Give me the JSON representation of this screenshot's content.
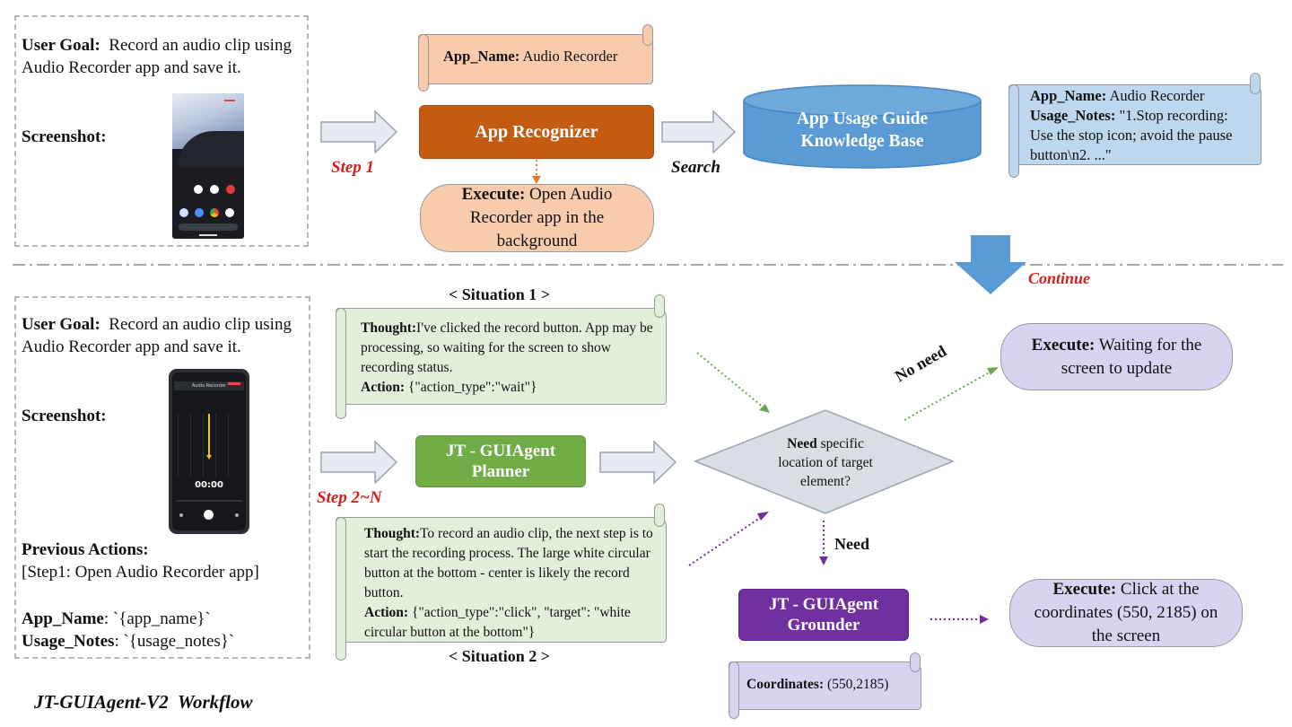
{
  "top": {
    "user_goal_label": "User Goal:",
    "user_goal_text": "Record an audio clip using Audio Recorder app and save it.",
    "screenshot_label": "Screenshot:",
    "app_name_label": "App_Name:",
    "app_name_value": "Audio Recorder",
    "recognizer": "App Recognizer",
    "execute_label": "Execute:",
    "execute_text": "Open Audio Recorder app in the background",
    "step_label": "Step 1",
    "search_label": "Search",
    "kb_line1": "App Usage Guide",
    "kb_line2": "Knowledge Base",
    "note_app_label": "App_Name:",
    "note_app_value": "Audio Recorder",
    "note_usage_label": "Usage_Notes:",
    "note_usage_value": "\"1.Stop recording: Use the stop icon; avoid the pause button\\n2. ...\""
  },
  "continue_label": "Continue",
  "bottom": {
    "user_goal_label": "User Goal:",
    "user_goal_text": "Record an audio clip using Audio Recorder app and save it.",
    "screenshot_label": "Screenshot:",
    "previous_label": "Previous Actions:",
    "previous_value": "[Step1: Open Audio Recorder app]",
    "app_name_label": "App_Name",
    "app_name_value": ": `{app_name}`",
    "usage_label": "Usage_Notes",
    "usage_value": ": `{usage_notes}`",
    "step_label": "Step 2~N",
    "planner_line1": "JT - GUIAgent",
    "planner_line2": "Planner",
    "situation1": "< Situation 1 >",
    "situation2": "< Situation 2 >",
    "s1_thought_label": "Thought:",
    "s1_thought": "I've clicked the record button. App may be processing, so waiting for the screen to show recording status.",
    "s1_action_label": "Action:",
    "s1_action": "{\"action_type\":\"wait\"}",
    "s2_thought_label": "Thought:",
    "s2_thought": "To record an audio clip, the next step is to start the recording process. The large white circular button at the bottom - center is likely the record button.",
    "s2_action_label": "Action:",
    "s2_action": "{\"action_type\":\"click\", \"target\": \"white circular button at the bottom\"}",
    "decision_bold": "Need",
    "decision_rest": "specific location of target element?",
    "no_need": "No need",
    "need": "Need",
    "exec1_label": "Execute:",
    "exec1_text": "Waiting for the screen to update",
    "grounder_line1": "JT - GUIAgent",
    "grounder_line2": "Grounder",
    "coords_label": "Coordinates:",
    "coords_value": "(550,2185)",
    "exec2_label": "Execute:",
    "exec2_text": "Click at the coordinates (550, 2185) on the screen"
  },
  "phone_bottom": {
    "timer": "00:00",
    "title": "Audio Recorder"
  },
  "footer_title": "JT-GUIAgent-V2  Workflow",
  "colors": {
    "recognizer": "#c55a11",
    "execute_fill": "#f8cbad",
    "app_note_fill": "#f8cbad",
    "kb_fill": "#5b9bd5",
    "usage_note_fill": "#bdd7ee",
    "planner": "#70ad47",
    "thought_fill": "#e2efda",
    "grounder": "#7030a0",
    "exec_purple": "#d9d2f0",
    "coord_fill": "#d9d2f0",
    "step_red": "#d81e1e"
  }
}
